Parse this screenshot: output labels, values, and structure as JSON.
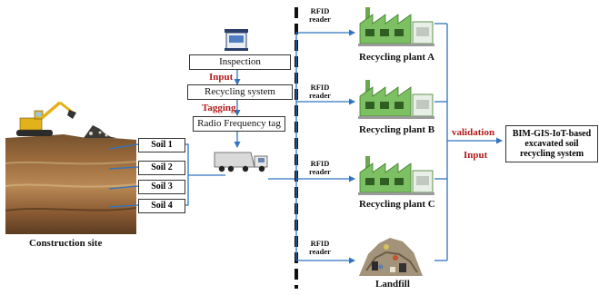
{
  "site": {
    "label": "Construction site",
    "soils": [
      "Soil 1",
      "Soil 2",
      "Soil 3",
      "Soil 4"
    ]
  },
  "process": {
    "inspection": "Inspection",
    "input_label": "Input",
    "recycling_system": "Recycling system",
    "tagging_label": "Tagging",
    "rf_tag": "Radio Frequency tag"
  },
  "destinations": [
    {
      "rfid": [
        "RFID",
        "reader"
      ],
      "label": "Recycling plant A"
    },
    {
      "rfid": [
        "RFID",
        "reader"
      ],
      "label": "Recycling plant B"
    },
    {
      "rfid": [
        "RFID",
        "reader"
      ],
      "label": "Recycling plant C"
    },
    {
      "rfid": [
        "RFID",
        "reader"
      ],
      "label": "Landfill"
    }
  ],
  "output": {
    "validation_label": "validation",
    "input_label": "Input",
    "system_lines": [
      "BIM-GIS-IoT-based",
      "excavated soil",
      "recycling system"
    ]
  },
  "colors": {
    "arrow": "#2f74c0",
    "accent_text": "#b01b1b",
    "factory_green": "#58b04a"
  }
}
